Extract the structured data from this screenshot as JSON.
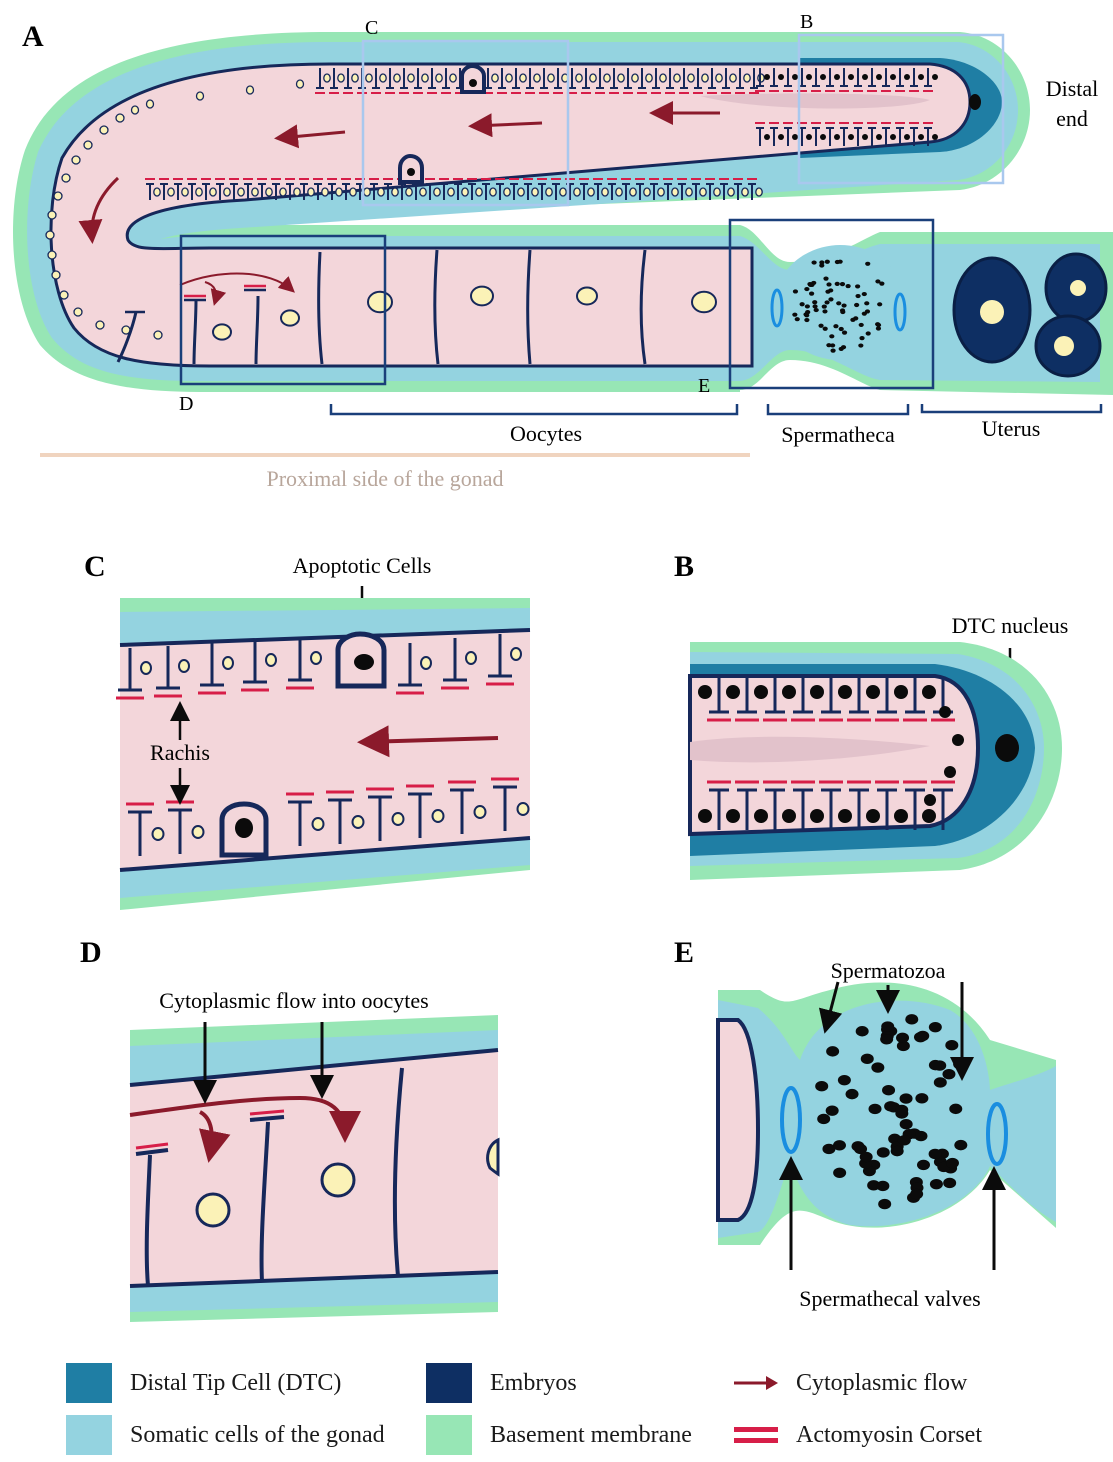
{
  "panels": {
    "A": {
      "letter": "A"
    },
    "B": {
      "letter": "B"
    },
    "C": {
      "letter": "C"
    },
    "D": {
      "letter": "D"
    },
    "E": {
      "letter": "E"
    }
  },
  "panelA": {
    "box_labels": {
      "C": "C",
      "B": "B",
      "D": "D",
      "E": "E"
    },
    "distal_end": [
      "Distal",
      "end"
    ],
    "regions": {
      "oocytes": "Oocytes",
      "spermatheca": "Spermatheca",
      "uterus": "Uterus"
    },
    "proximal": "Proximal side of the gonad"
  },
  "panelC": {
    "apoptotic": "Apoptotic Cells",
    "rachis": "Rachis"
  },
  "panelB": {
    "dtc_nucleus": "DTC nucleus"
  },
  "panelD": {
    "flow": "Cytoplasmic flow into oocytes"
  },
  "panelE": {
    "spermatozoa": "Spermatozoa",
    "valves": "Spermathecal valves"
  },
  "legend": {
    "dtc": {
      "label": "Distal Tip Cell (DTC)",
      "color": "#1f7ea4"
    },
    "somatic": {
      "label": "Somatic cells of the gonad",
      "color": "#94d3e0"
    },
    "embryos": {
      "label": "Embryos",
      "color": "#0e2f63"
    },
    "basement": {
      "label": "Basement membrane",
      "color": "#97e6b5"
    },
    "flow": {
      "label": "Cytoplasmic flow",
      "color": "#8b1a2b"
    },
    "corset": {
      "label": "Actomyosin Corset",
      "color": "#d71e48"
    }
  },
  "colors": {
    "germline": "#f3d6da",
    "rachis_core": "#e9ccd3",
    "outline": "#16285a",
    "nucleus": "#fbf2b7",
    "sperm": "#0b0b0b",
    "box_light": "#a9c8ee",
    "box_dark": "#1a3f7a",
    "bracket": "#1a3f7a",
    "proximal_line": "#f0d4bf",
    "proximal_text": "#b8a69b"
  }
}
